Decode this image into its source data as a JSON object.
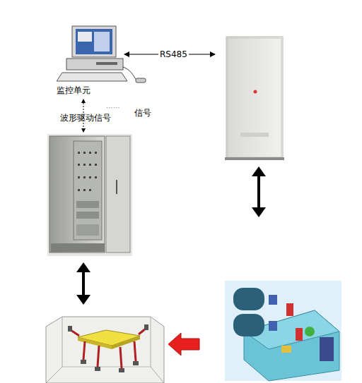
{
  "diagram": {
    "nodes": [
      {
        "text": [
          "监控单元"
        ]
      }
    ],
    "labels": [
      "RS485",
      "波形驱动信号",
      "信号"
    ]
  }
}
